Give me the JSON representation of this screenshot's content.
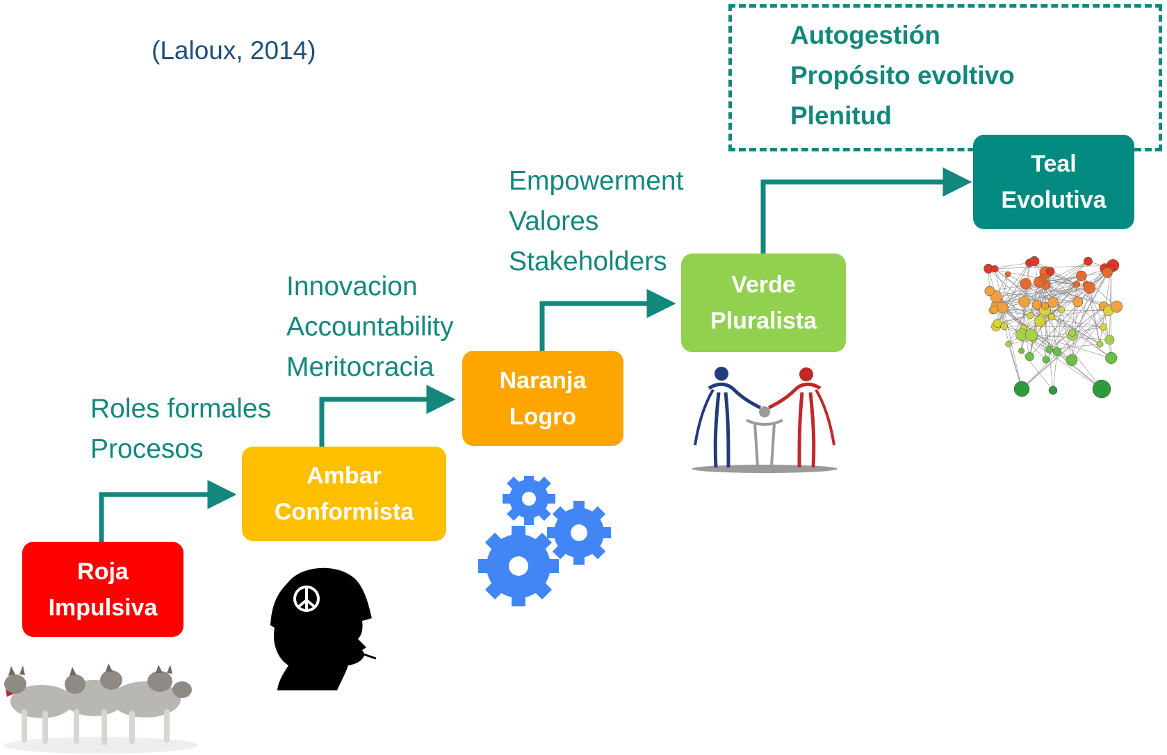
{
  "citation": "(Laloux, 2014)",
  "teal_attributes": [
    "Autogestión",
    "Propósito evoltivo",
    "Plenitud"
  ],
  "stages": [
    {
      "name": "Roja",
      "subtitle": "Impulsiva",
      "color": "#fe0000",
      "icon": "wolf-pack-image"
    },
    {
      "name": "Ambar",
      "subtitle": "Conformista",
      "color": "#fdbf00",
      "icon": "soldier-head-silhouette-icon"
    },
    {
      "name": "Naranja",
      "subtitle": "Logro",
      "color": "#fea500",
      "icon": "gears-icon"
    },
    {
      "name": "Verde",
      "subtitle": "Pluralista",
      "color": "#92d050",
      "icon": "family-figures-icon"
    },
    {
      "name": "Teal",
      "subtitle": "Evolutiva",
      "color": "#028a80",
      "icon": "network-graph-icon"
    }
  ],
  "stage_traits": {
    "ambar": [
      "Roles formales",
      "Procesos"
    ],
    "naranja": [
      "Innovacion",
      "Accountability",
      "Meritocracia"
    ],
    "verde": [
      "Empowerment",
      "Valores",
      "Stakeholders"
    ]
  },
  "colors": {
    "arrow": "#13877d",
    "text_teal": "#13877d",
    "citation": "#1f4e79",
    "gear_blue": "#4286f5"
  }
}
